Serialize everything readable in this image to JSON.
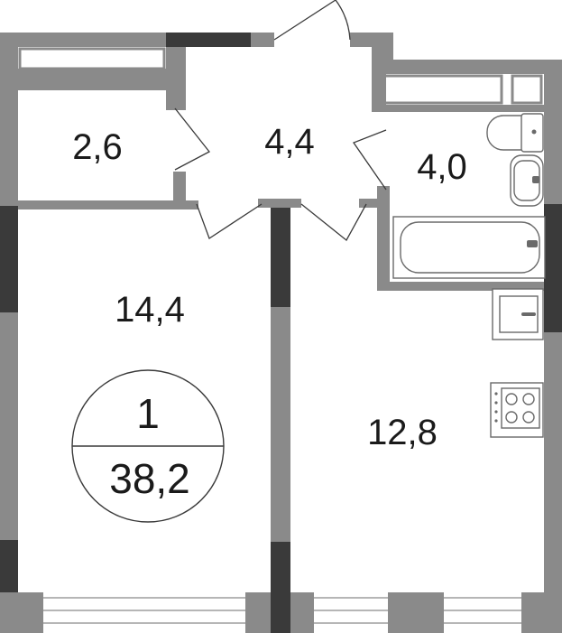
{
  "rooms": {
    "closet": "2,6",
    "hall": "4,4",
    "bathroom": "4,0",
    "bedroom": "14,4",
    "kitchen": "12,8"
  },
  "summary": {
    "room_count": "1",
    "total_area": "38,2"
  }
}
